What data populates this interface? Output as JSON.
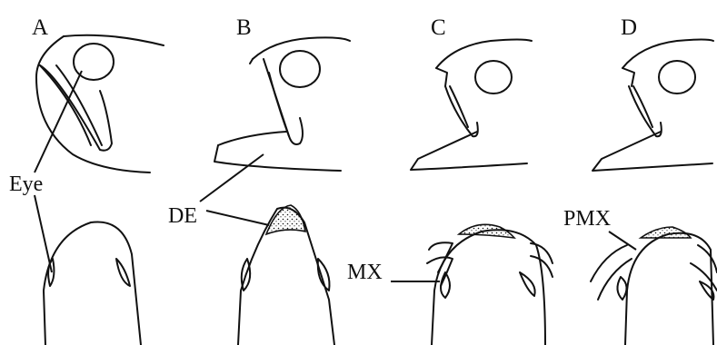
{
  "panels": [
    {
      "letter": "A"
    },
    {
      "letter": "B"
    },
    {
      "letter": "C"
    },
    {
      "letter": "D"
    }
  ],
  "labels": {
    "eye": "Eye",
    "dentary": "DE",
    "maxilla": "MX",
    "premaxilla": "PMX"
  }
}
